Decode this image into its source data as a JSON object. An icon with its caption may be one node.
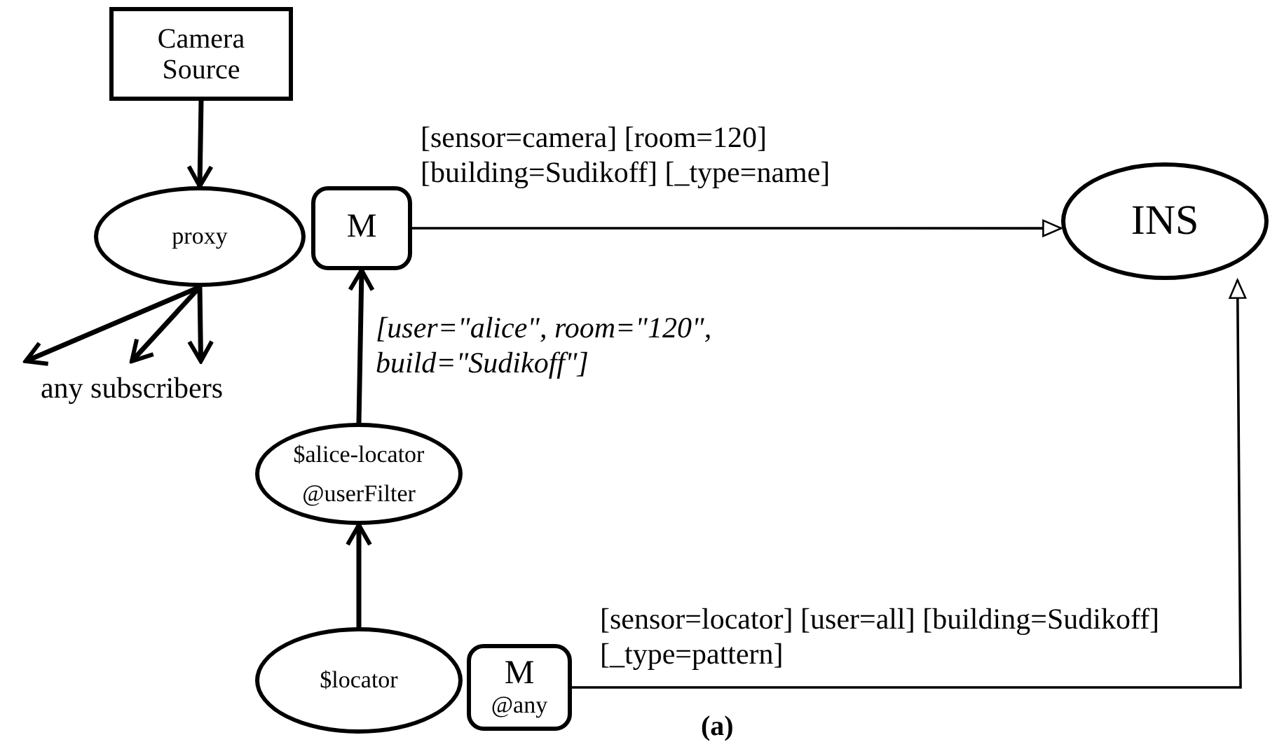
{
  "diagram": {
    "caption": "(a)",
    "nodes": [
      {
        "text": [
          "Camera Source"
        ]
      },
      {
        "text": [
          "proxy"
        ]
      },
      {
        "text": [
          "M"
        ]
      },
      {
        "text": [
          "INS"
        ]
      },
      {
        "text": [
          "any subscribers"
        ]
      },
      {
        "text": [
          "$alice-locator",
          "@userFilter"
        ]
      },
      {
        "text": [
          "$locator"
        ]
      },
      {
        "text": [
          "M",
          "@any"
        ]
      }
    ],
    "edges": [
      {
        "from": 0,
        "to": 1,
        "arrow": "to"
      },
      {
        "from": 1,
        "to": 4,
        "arrow": "to"
      },
      {
        "from": 1,
        "to": 4,
        "arrow": "to"
      },
      {
        "from": 1,
        "to": 4,
        "arrow": "to"
      },
      {
        "from": 2,
        "to": 3,
        "arrow": "to",
        "label": "[sensor=camera] [room=120] [building=Sudikoff] [_type=name]"
      },
      {
        "from": 5,
        "to": 2,
        "arrow": "to",
        "label": "[user=\"alice\", room=\"120\", build=\"Sudikoff\"]"
      },
      {
        "from": 6,
        "to": 5,
        "arrow": "to"
      },
      {
        "from": 7,
        "to": 3,
        "arrow": "to",
        "label": "[sensor=locator] [user=all] [building=Sudikoff] [_type=pattern]"
      }
    ]
  }
}
